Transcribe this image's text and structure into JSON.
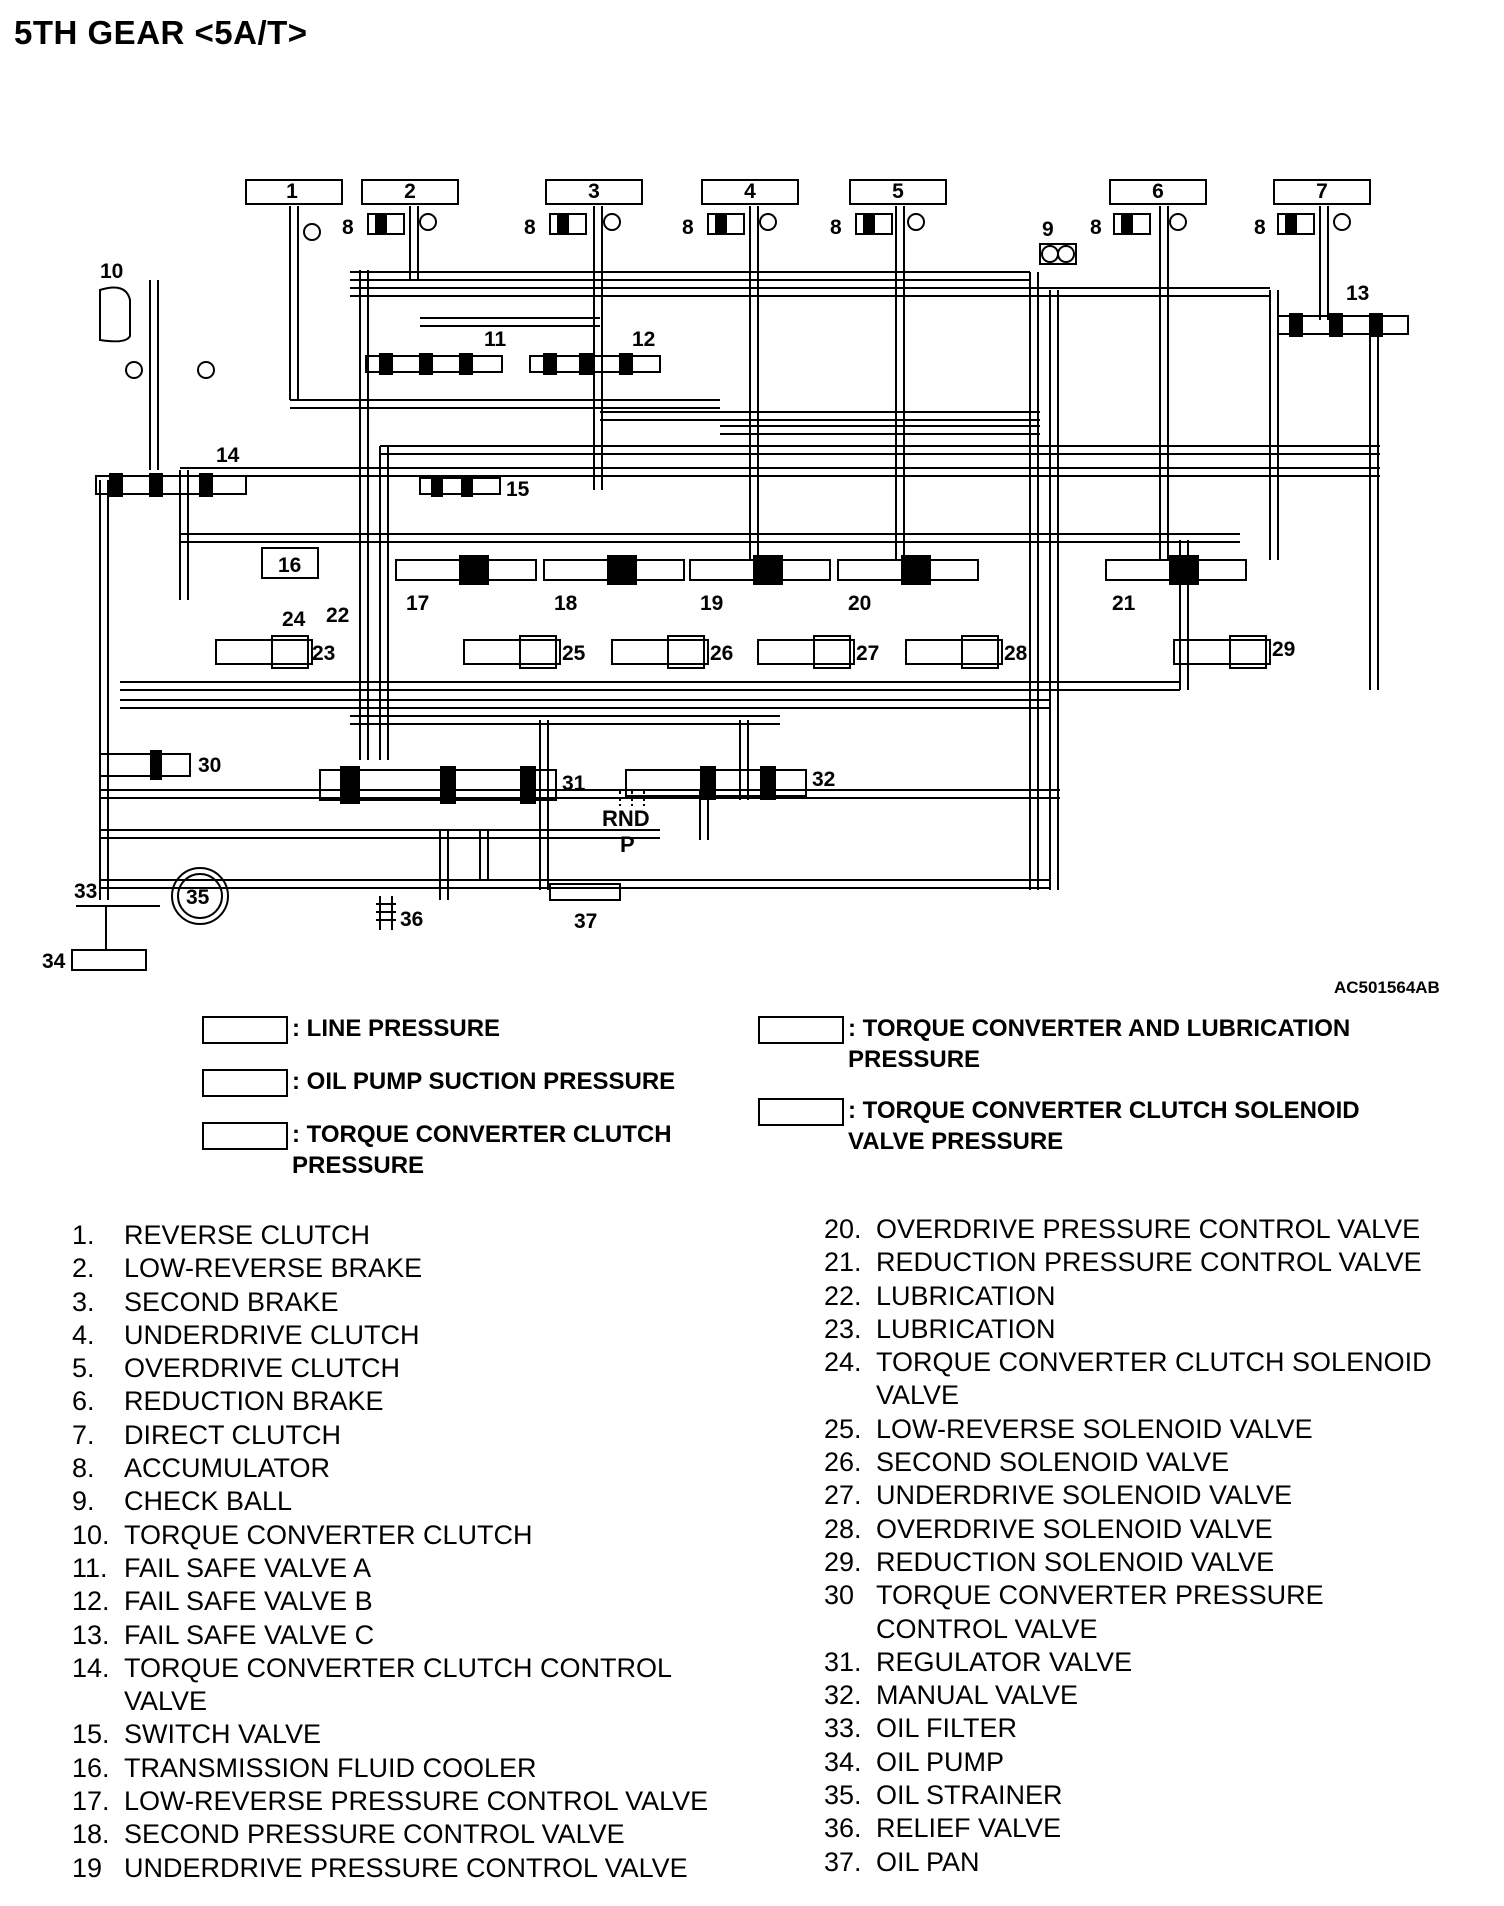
{
  "title": "5TH GEAR <5A/T>",
  "diagram_code": "AC501564AB",
  "top_boxes": [
    "1",
    "2",
    "3",
    "4",
    "5",
    "6",
    "7"
  ],
  "component_labels": {
    "accumulator": "8",
    "check_ball": "9",
    "tcc": "10",
    "fsv_a": "11",
    "fsv_b": "12",
    "fsv_c": "13",
    "tcc_ctrl": "14",
    "switch": "15",
    "cooler": "16",
    "lr_pcv": "17",
    "sec_pcv": "18",
    "ud_pcv": "19",
    "od_pcv": "20",
    "red_pcv": "21",
    "lube22": "22",
    "lube23": "23",
    "tcc_sol": "24",
    "lr_sol": "25",
    "sec_sol": "26",
    "ud_sol": "27",
    "od_sol": "28",
    "red_sol": "29",
    "tc_pcv": "30",
    "regulator": "31",
    "manual": "32",
    "filter": "33",
    "pump": "34",
    "strainer": "35",
    "relief": "36",
    "pan": "37"
  },
  "manual_positions": {
    "rnd": "RND",
    "p": "P"
  },
  "pressure_legend": [
    {
      "label": ": LINE PRESSURE"
    },
    {
      "label": ": OIL PUMP SUCTION PRESSURE"
    },
    {
      "label": ": TORQUE CONVERTER CLUTCH\n  PRESSURE"
    },
    {
      "label": ": TORQUE CONVERTER AND LUBRICATION\n  PRESSURE"
    },
    {
      "label": ": TORQUE CONVERTER CLUTCH SOLENOID\n  VALVE PRESSURE"
    }
  ],
  "components_left": [
    {
      "num": "1.",
      "name": "REVERSE CLUTCH"
    },
    {
      "num": "2.",
      "name": "LOW-REVERSE BRAKE"
    },
    {
      "num": "3.",
      "name": "SECOND BRAKE"
    },
    {
      "num": "4.",
      "name": "UNDERDRIVE CLUTCH"
    },
    {
      "num": "5.",
      "name": "OVERDRIVE CLUTCH"
    },
    {
      "num": "6.",
      "name": "REDUCTION BRAKE"
    },
    {
      "num": "7.",
      "name": "DIRECT CLUTCH"
    },
    {
      "num": "8.",
      "name": "ACCUMULATOR"
    },
    {
      "num": "9.",
      "name": "CHECK BALL"
    },
    {
      "num": "10.",
      "name": "TORQUE CONVERTER CLUTCH"
    },
    {
      "num": "11.",
      "name": "FAIL SAFE VALVE A"
    },
    {
      "num": "12.",
      "name": "FAIL SAFE VALVE B"
    },
    {
      "num": "13.",
      "name": "FAIL SAFE VALVE C"
    },
    {
      "num": "14.",
      "name": "TORQUE CONVERTER CLUTCH CONTROL\nVALVE"
    },
    {
      "num": "15.",
      "name": "SWITCH VALVE"
    },
    {
      "num": "16.",
      "name": "TRANSMISSION FLUID COOLER"
    },
    {
      "num": "17.",
      "name": "LOW-REVERSE PRESSURE CONTROL VALVE"
    },
    {
      "num": "18.",
      "name": "SECOND PRESSURE CONTROL VALVE"
    },
    {
      "num": "19",
      "name": "UNDERDRIVE PRESSURE CONTROL VALVE"
    }
  ],
  "components_right": [
    {
      "num": "20.",
      "name": "OVERDRIVE PRESSURE CONTROL VALVE"
    },
    {
      "num": "21.",
      "name": "REDUCTION PRESSURE CONTROL VALVE"
    },
    {
      "num": "22.",
      "name": "LUBRICATION"
    },
    {
      "num": "23.",
      "name": "LUBRICATION"
    },
    {
      "num": "24.",
      "name": "TORQUE CONVERTER CLUTCH SOLENOID\nVALVE"
    },
    {
      "num": "25.",
      "name": "LOW-REVERSE SOLENOID VALVE"
    },
    {
      "num": "26.",
      "name": "SECOND SOLENOID VALVE"
    },
    {
      "num": "27.",
      "name": "UNDERDRIVE SOLENOID VALVE"
    },
    {
      "num": "28.",
      "name": "OVERDRIVE SOLENOID VALVE"
    },
    {
      "num": "29.",
      "name": "REDUCTION SOLENOID VALVE"
    },
    {
      "num": "30",
      "name": "TORQUE CONVERTER PRESSURE\nCONTROL VALVE"
    },
    {
      "num": "31.",
      "name": "REGULATOR VALVE"
    },
    {
      "num": "32.",
      "name": "MANUAL VALVE"
    },
    {
      "num": "33.",
      "name": "OIL FILTER"
    },
    {
      "num": "34.",
      "name": "OIL PUMP"
    },
    {
      "num": "35.",
      "name": "OIL STRAINER"
    },
    {
      "num": "36.",
      "name": "RELIEF VALVE"
    },
    {
      "num": "37.",
      "name": "OIL PAN"
    }
  ]
}
